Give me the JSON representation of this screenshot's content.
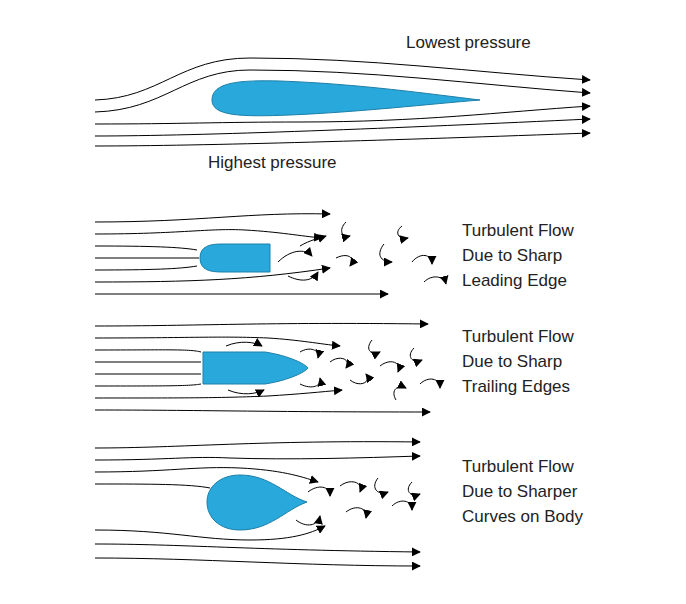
{
  "diagram": {
    "labels": [
      "Lowest pressure",
      "Highest pressure",
      "Turbulent Flow Due to Sharp Leading Edge",
      "Turbulent Flow Due to Sharp Trailing Edges",
      "Turbulent Flow Due to Sharper Curves on Body"
    ]
  }
}
